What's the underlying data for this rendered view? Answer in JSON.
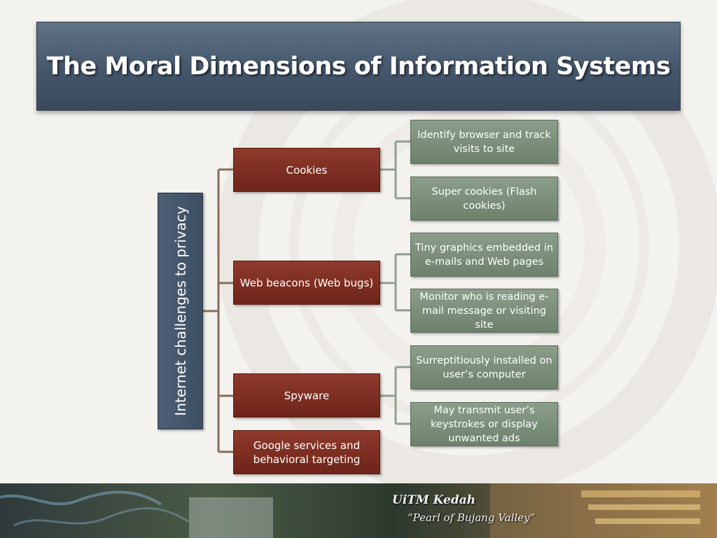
{
  "title": "The Moral Dimensions of Information Systems",
  "root": "Internet challenges to privacy",
  "branches": [
    {
      "label": "Cookies",
      "children": [
        "Identify browser and track visits to site",
        "Super cookies (Flash cookies)"
      ]
    },
    {
      "label": "Web beacons (Web bugs)",
      "children": [
        "Tiny graphics embedded in e-mails and Web pages",
        "Monitor who is reading e-mail message or visiting site"
      ]
    },
    {
      "label": "Spyware",
      "children": [
        "Surreptitiously installed on user’s computer",
        "May transmit user’s keystrokes or display unwanted ads"
      ]
    },
    {
      "label": "Google services and behavioral targeting",
      "children": []
    }
  ],
  "footer": {
    "logo": "UiTM Kedah",
    "tagline": "“Pearl of Bujang Valley”"
  },
  "colors": {
    "title_banner": "#4b5d71",
    "root_box": "#45576b",
    "level1_box": "#7d2f22",
    "level2_box": "#7c907c",
    "connector": "#8a6a55"
  }
}
